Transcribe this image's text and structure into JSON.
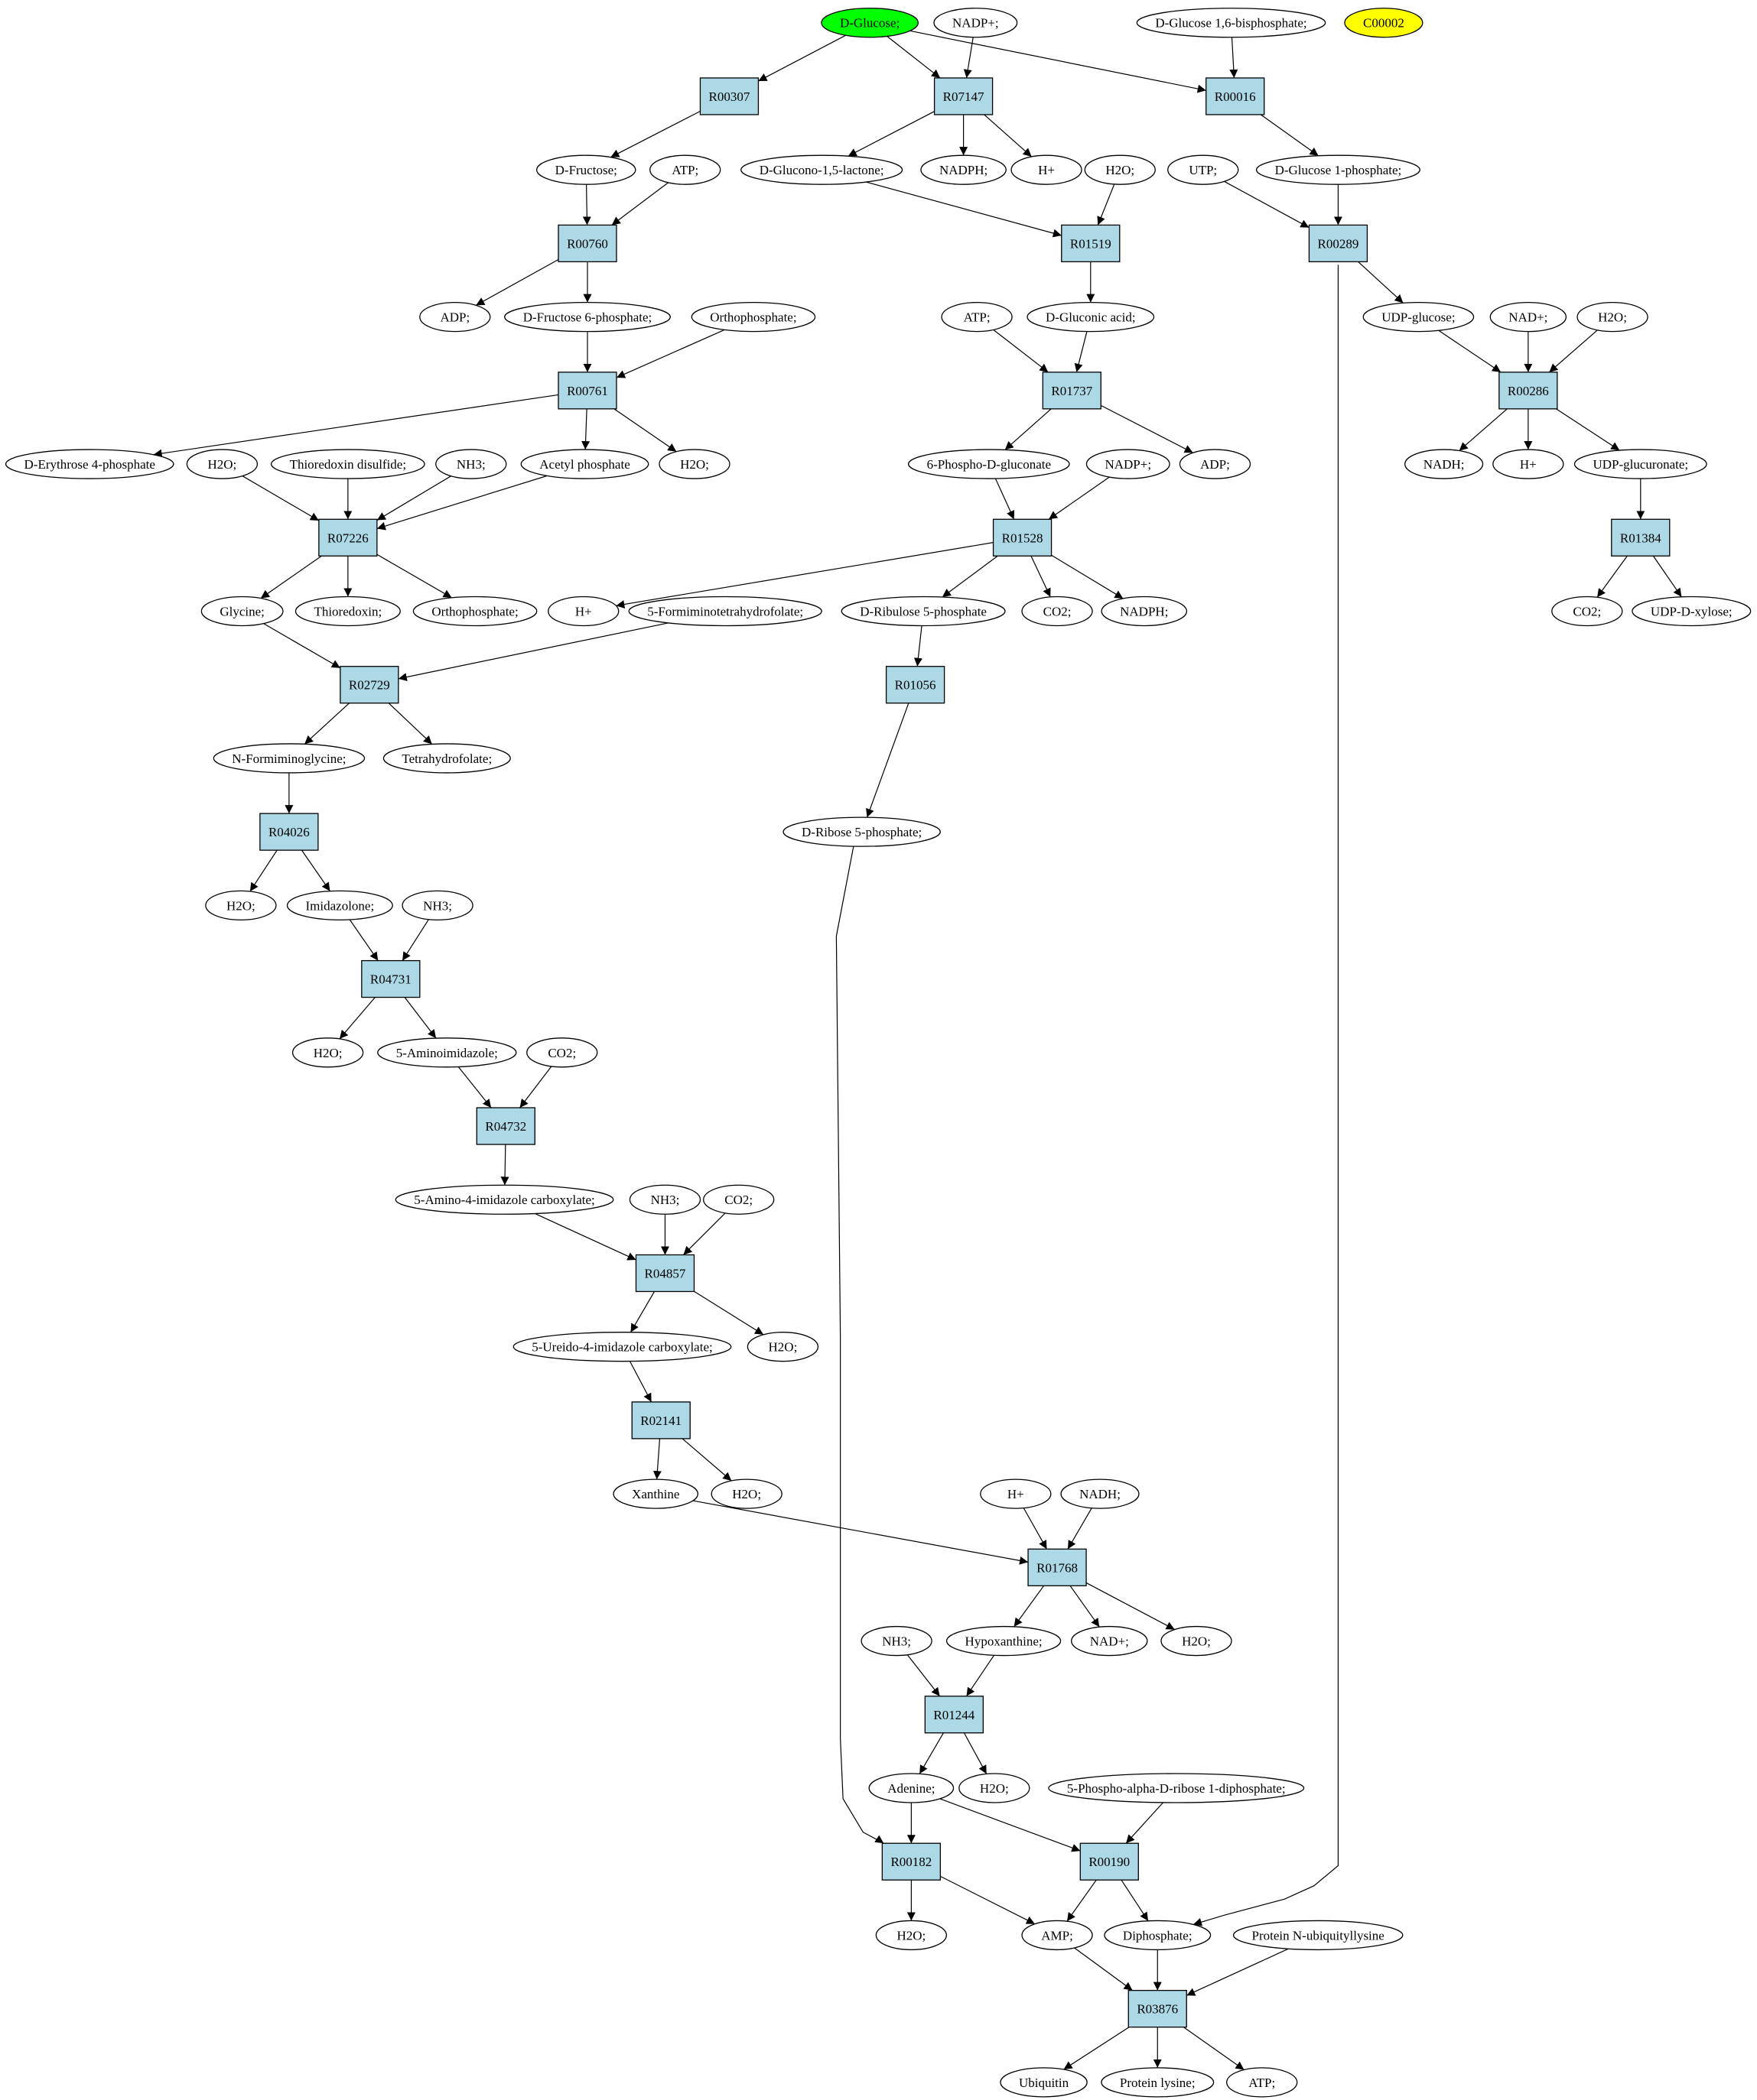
{
  "title": "",
  "colors": {
    "reaction_fill": "#add8e6",
    "start_fill": "#00ff00",
    "highlight_fill": "#ffff00",
    "compound_fill": "#ffffff",
    "edge": "#000000"
  },
  "nodes": [
    {
      "id": "glc",
      "kind": "compound",
      "label": "D-Glucose;",
      "fill": "#00ff00"
    },
    {
      "id": "nadp1",
      "kind": "compound",
      "label": "NADP+;"
    },
    {
      "id": "g16bp",
      "kind": "compound",
      "label": "D-Glucose 1,6-bisphosphate;"
    },
    {
      "id": "c00002",
      "kind": "compound",
      "label": "C00002",
      "fill": "#ffff00"
    },
    {
      "id": "R00307",
      "kind": "reaction",
      "label": "R00307"
    },
    {
      "id": "R07147",
      "kind": "reaction",
      "label": "R07147"
    },
    {
      "id": "R00016",
      "kind": "reaction",
      "label": "R00016"
    },
    {
      "id": "fru",
      "kind": "compound",
      "label": "D-Fructose;"
    },
    {
      "id": "atp1",
      "kind": "compound",
      "label": "ATP;"
    },
    {
      "id": "gdl",
      "kind": "compound",
      "label": "D-Glucono-1,5-lactone;"
    },
    {
      "id": "nadph1",
      "kind": "compound",
      "label": "NADPH;"
    },
    {
      "id": "h1",
      "kind": "compound",
      "label": "H+"
    },
    {
      "id": "h2o1",
      "kind": "compound",
      "label": "H2O;"
    },
    {
      "id": "utp",
      "kind": "compound",
      "label": "UTP;"
    },
    {
      "id": "g1p",
      "kind": "compound",
      "label": "D-Glucose 1-phosphate;"
    },
    {
      "id": "R00760",
      "kind": "reaction",
      "label": "R00760"
    },
    {
      "id": "R01519",
      "kind": "reaction",
      "label": "R01519"
    },
    {
      "id": "R00289",
      "kind": "reaction",
      "label": "R00289"
    },
    {
      "id": "adp1",
      "kind": "compound",
      "label": "ADP;"
    },
    {
      "id": "f6p",
      "kind": "compound",
      "label": "D-Fructose 6-phosphate;"
    },
    {
      "id": "pi1",
      "kind": "compound",
      "label": "Orthophosphate;"
    },
    {
      "id": "atp2",
      "kind": "compound",
      "label": "ATP;"
    },
    {
      "id": "gluc",
      "kind": "compound",
      "label": "D-Gluconic acid;"
    },
    {
      "id": "udpg",
      "kind": "compound",
      "label": "UDP-glucose;"
    },
    {
      "id": "nad1",
      "kind": "compound",
      "label": "NAD+;"
    },
    {
      "id": "h2o2",
      "kind": "compound",
      "label": "H2O;"
    },
    {
      "id": "R00761",
      "kind": "reaction",
      "label": "R00761"
    },
    {
      "id": "R01737",
      "kind": "reaction",
      "label": "R01737"
    },
    {
      "id": "R00286",
      "kind": "reaction",
      "label": "R00286"
    },
    {
      "id": "e4p",
      "kind": "compound",
      "label": "D-Erythrose 4-phosphate"
    },
    {
      "id": "h2o3",
      "kind": "compound",
      "label": "H2O;"
    },
    {
      "id": "trxss",
      "kind": "compound",
      "label": "Thioredoxin disulfide;"
    },
    {
      "id": "nh3a",
      "kind": "compound",
      "label": "NH3;"
    },
    {
      "id": "acp",
      "kind": "compound",
      "label": "Acetyl phosphate"
    },
    {
      "id": "h2o4",
      "kind": "compound",
      "label": "H2O;"
    },
    {
      "id": "pg6",
      "kind": "compound",
      "label": "6-Phospho-D-gluconate"
    },
    {
      "id": "nadp2",
      "kind": "compound",
      "label": "NADP+;"
    },
    {
      "id": "adp2",
      "kind": "compound",
      "label": "ADP;"
    },
    {
      "id": "nadh1",
      "kind": "compound",
      "label": "NADH;"
    },
    {
      "id": "h2",
      "kind": "compound",
      "label": "H+"
    },
    {
      "id": "udpgca",
      "kind": "compound",
      "label": "UDP-glucuronate;"
    },
    {
      "id": "R07226",
      "kind": "reaction",
      "label": "R07226"
    },
    {
      "id": "R01528",
      "kind": "reaction",
      "label": "R01528"
    },
    {
      "id": "R01384",
      "kind": "reaction",
      "label": "R01384"
    },
    {
      "id": "gly",
      "kind": "compound",
      "label": "Glycine;"
    },
    {
      "id": "trx",
      "kind": "compound",
      "label": "Thioredoxin;"
    },
    {
      "id": "pi2",
      "kind": "compound",
      "label": "Orthophosphate;"
    },
    {
      "id": "h3",
      "kind": "compound",
      "label": "H+"
    },
    {
      "id": "fthf",
      "kind": "compound",
      "label": "5-Formiminotetrahydrofolate;"
    },
    {
      "id": "ru5p",
      "kind": "compound",
      "label": "D-Ribulose 5-phosphate"
    },
    {
      "id": "co2a",
      "kind": "compound",
      "label": "CO2;"
    },
    {
      "id": "nadph2",
      "kind": "compound",
      "label": "NADPH;"
    },
    {
      "id": "co2b",
      "kind": "compound",
      "label": "CO2;"
    },
    {
      "id": "udpx",
      "kind": "compound",
      "label": "UDP-D-xylose;"
    },
    {
      "id": "R02729",
      "kind": "reaction",
      "label": "R02729"
    },
    {
      "id": "R01056",
      "kind": "reaction",
      "label": "R01056"
    },
    {
      "id": "fgly",
      "kind": "compound",
      "label": "N-Formiminoglycine;"
    },
    {
      "id": "thf",
      "kind": "compound",
      "label": "Tetrahydrofolate;"
    },
    {
      "id": "r5p",
      "kind": "compound",
      "label": "D-Ribose 5-phosphate;"
    },
    {
      "id": "R04026",
      "kind": "reaction",
      "label": "R04026"
    },
    {
      "id": "h2o5",
      "kind": "compound",
      "label": "H2O;"
    },
    {
      "id": "imz",
      "kind": "compound",
      "label": "Imidazolone;"
    },
    {
      "id": "nh3b",
      "kind": "compound",
      "label": "NH3;"
    },
    {
      "id": "R04731",
      "kind": "reaction",
      "label": "R04731"
    },
    {
      "id": "h2o6",
      "kind": "compound",
      "label": "H2O;"
    },
    {
      "id": "aim",
      "kind": "compound",
      "label": "5-Aminoimidazole;"
    },
    {
      "id": "co2c",
      "kind": "compound",
      "label": "CO2;"
    },
    {
      "id": "R04732",
      "kind": "reaction",
      "label": "R04732"
    },
    {
      "id": "aic",
      "kind": "compound",
      "label": "5-Amino-4-imidazole carboxylate;"
    },
    {
      "id": "nh3c",
      "kind": "compound",
      "label": "NH3;"
    },
    {
      "id": "co2d",
      "kind": "compound",
      "label": "CO2;"
    },
    {
      "id": "R04857",
      "kind": "reaction",
      "label": "R04857"
    },
    {
      "id": "uic",
      "kind": "compound",
      "label": "5-Ureido-4-imidazole carboxylate;"
    },
    {
      "id": "h2o7",
      "kind": "compound",
      "label": "H2O;"
    },
    {
      "id": "R02141",
      "kind": "reaction",
      "label": "R02141"
    },
    {
      "id": "xan",
      "kind": "compound",
      "label": "Xanthine"
    },
    {
      "id": "h2o8",
      "kind": "compound",
      "label": "H2O;"
    },
    {
      "id": "h4",
      "kind": "compound",
      "label": "H+"
    },
    {
      "id": "nadh2",
      "kind": "compound",
      "label": "NADH;"
    },
    {
      "id": "R01768",
      "kind": "reaction",
      "label": "R01768"
    },
    {
      "id": "nh3d",
      "kind": "compound",
      "label": "NH3;"
    },
    {
      "id": "hyp",
      "kind": "compound",
      "label": "Hypoxanthine;"
    },
    {
      "id": "nad2",
      "kind": "compound",
      "label": "NAD+;"
    },
    {
      "id": "h2o9",
      "kind": "compound",
      "label": "H2O;"
    },
    {
      "id": "R01244",
      "kind": "reaction",
      "label": "R01244"
    },
    {
      "id": "ade",
      "kind": "compound",
      "label": "Adenine;"
    },
    {
      "id": "h2o10",
      "kind": "compound",
      "label": "H2O;"
    },
    {
      "id": "prpp",
      "kind": "compound",
      "label": "5-Phospho-alpha-D-ribose 1-diphosphate;"
    },
    {
      "id": "R00182",
      "kind": "reaction",
      "label": "R00182"
    },
    {
      "id": "R00190",
      "kind": "reaction",
      "label": "R00190"
    },
    {
      "id": "h2o11",
      "kind": "compound",
      "label": "H2O;"
    },
    {
      "id": "amp",
      "kind": "compound",
      "label": "AMP;"
    },
    {
      "id": "ppi",
      "kind": "compound",
      "label": "Diphosphate;"
    },
    {
      "id": "pnub",
      "kind": "compound",
      "label": "Protein N-ubiquityllysine"
    },
    {
      "id": "R03876",
      "kind": "reaction",
      "label": "R03876"
    },
    {
      "id": "ubq",
      "kind": "compound",
      "label": "Ubiquitin"
    },
    {
      "id": "plys",
      "kind": "compound",
      "label": "Protein lysine;"
    },
    {
      "id": "atp3",
      "kind": "compound",
      "label": "ATP;"
    }
  ],
  "edges": [
    [
      "glc",
      "R00307"
    ],
    [
      "glc",
      "R07147"
    ],
    [
      "glc",
      "R00016"
    ],
    [
      "nadp1",
      "R07147"
    ],
    [
      "g16bp",
      "R00016"
    ],
    [
      "R00307",
      "fru"
    ],
    [
      "R07147",
      "gdl"
    ],
    [
      "R07147",
      "nadph1"
    ],
    [
      "R07147",
      "h1"
    ],
    [
      "R00016",
      "g1p"
    ],
    [
      "fru",
      "R00760"
    ],
    [
      "atp1",
      "R00760"
    ],
    [
      "gdl",
      "R01519"
    ],
    [
      "h2o1",
      "R01519"
    ],
    [
      "utp",
      "R00289"
    ],
    [
      "g1p",
      "R00289"
    ],
    [
      "R00760",
      "adp1"
    ],
    [
      "R00760",
      "f6p"
    ],
    [
      "R01519",
      "gluc"
    ],
    [
      "R00289",
      "udpg"
    ],
    [
      "R00289",
      "ppi"
    ],
    [
      "f6p",
      "R00761"
    ],
    [
      "pi1",
      "R00761"
    ],
    [
      "atp2",
      "R01737"
    ],
    [
      "gluc",
      "R01737"
    ],
    [
      "udpg",
      "R00286"
    ],
    [
      "nad1",
      "R00286"
    ],
    [
      "h2o2",
      "R00286"
    ],
    [
      "R00761",
      "e4p"
    ],
    [
      "R00761",
      "acp"
    ],
    [
      "R00761",
      "h2o4"
    ],
    [
      "R01737",
      "pg6"
    ],
    [
      "R01737",
      "adp2"
    ],
    [
      "R00286",
      "nadh1"
    ],
    [
      "R00286",
      "h2"
    ],
    [
      "R00286",
      "udpgca"
    ],
    [
      "h2o3",
      "R07226"
    ],
    [
      "trxss",
      "R07226"
    ],
    [
      "nh3a",
      "R07226"
    ],
    [
      "acp",
      "R07226"
    ],
    [
      "pg6",
      "R01528"
    ],
    [
      "nadp2",
      "R01528"
    ],
    [
      "udpgca",
      "R01384"
    ],
    [
      "R07226",
      "gly"
    ],
    [
      "R07226",
      "trx"
    ],
    [
      "R07226",
      "pi2"
    ],
    [
      "R01528",
      "h3"
    ],
    [
      "R01528",
      "ru5p"
    ],
    [
      "R01528",
      "co2a"
    ],
    [
      "R01528",
      "nadph2"
    ],
    [
      "R01384",
      "co2b"
    ],
    [
      "R01384",
      "udpx"
    ],
    [
      "gly",
      "R02729"
    ],
    [
      "fthf",
      "R02729"
    ],
    [
      "ru5p",
      "R01056"
    ],
    [
      "R02729",
      "fgly"
    ],
    [
      "R02729",
      "thf"
    ],
    [
      "R01056",
      "r5p"
    ],
    [
      "fgly",
      "R04026"
    ],
    [
      "r5p",
      "R00182"
    ],
    [
      "R04026",
      "h2o5"
    ],
    [
      "R04026",
      "imz"
    ],
    [
      "imz",
      "R04731"
    ],
    [
      "nh3b",
      "R04731"
    ],
    [
      "R04731",
      "h2o6"
    ],
    [
      "R04731",
      "aim"
    ],
    [
      "aim",
      "R04732"
    ],
    [
      "co2c",
      "R04732"
    ],
    [
      "R04732",
      "aic"
    ],
    [
      "aic",
      "R04857"
    ],
    [
      "nh3c",
      "R04857"
    ],
    [
      "co2d",
      "R04857"
    ],
    [
      "R04857",
      "uic"
    ],
    [
      "R04857",
      "h2o7"
    ],
    [
      "uic",
      "R02141"
    ],
    [
      "R02141",
      "xan"
    ],
    [
      "R02141",
      "h2o8"
    ],
    [
      "xan",
      "R01768"
    ],
    [
      "h4",
      "R01768"
    ],
    [
      "nadh2",
      "R01768"
    ],
    [
      "R01768",
      "hyp"
    ],
    [
      "R01768",
      "nad2"
    ],
    [
      "R01768",
      "h2o9"
    ],
    [
      "nh3d",
      "R01244"
    ],
    [
      "hyp",
      "R01244"
    ],
    [
      "R01244",
      "ade"
    ],
    [
      "R01244",
      "h2o10"
    ],
    [
      "ade",
      "R00182"
    ],
    [
      "ade",
      "R00190"
    ],
    [
      "prpp",
      "R00190"
    ],
    [
      "R00182",
      "h2o11"
    ],
    [
      "R00182",
      "amp"
    ],
    [
      "R00190",
      "amp"
    ],
    [
      "R00190",
      "ppi"
    ],
    [
      "amp",
      "R03876"
    ],
    [
      "ppi",
      "R03876"
    ],
    [
      "pnub",
      "R03876"
    ],
    [
      "R03876",
      "ubq"
    ],
    [
      "R03876",
      "plys"
    ],
    [
      "R03876",
      "atp3"
    ]
  ]
}
